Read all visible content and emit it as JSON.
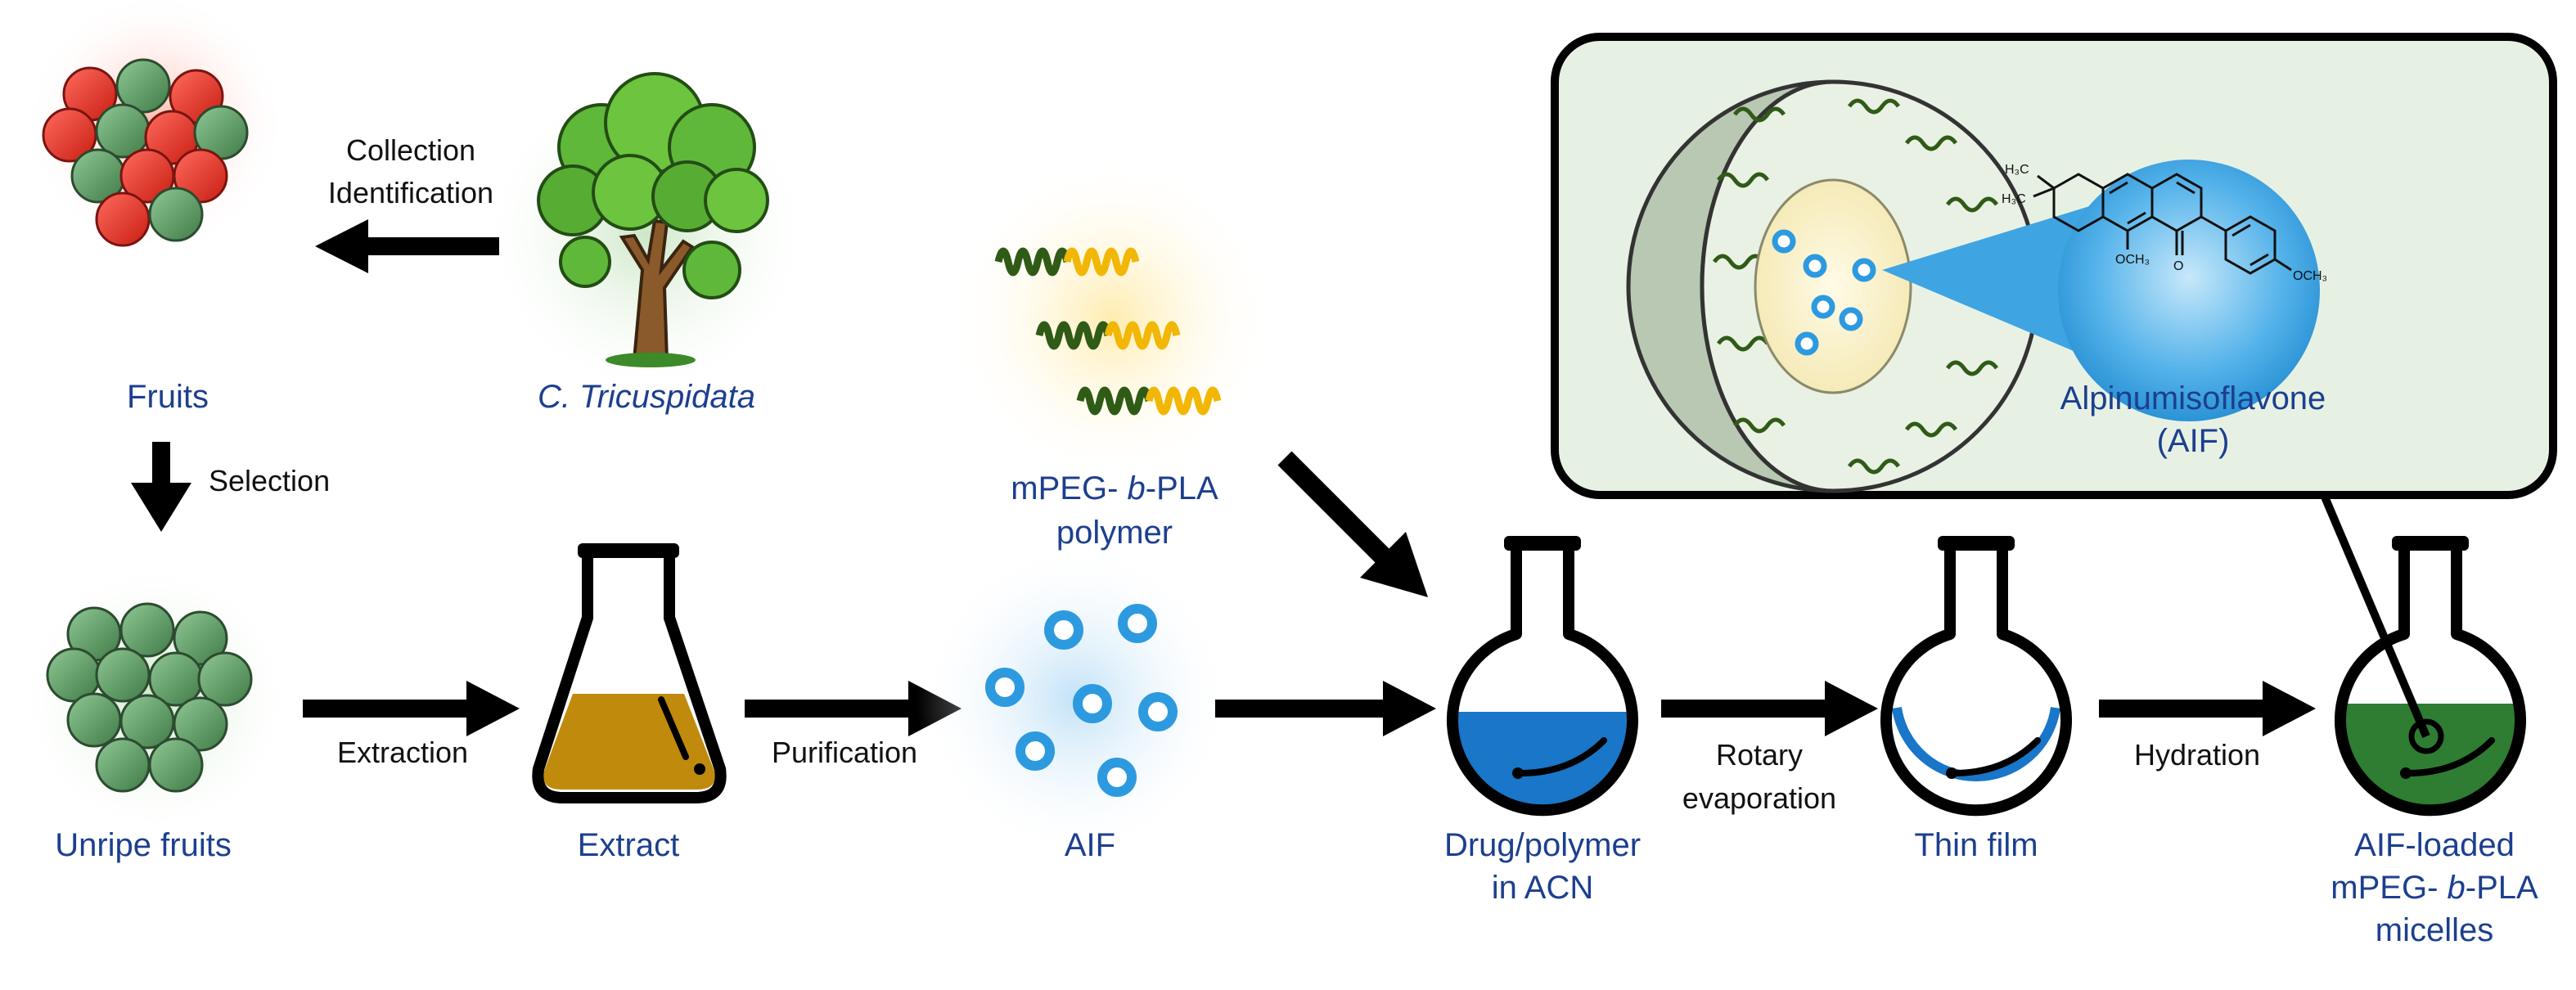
{
  "colors": {
    "label_blue": "#1c3f8f",
    "note_black": "#111111",
    "red_fruit": "#e53935",
    "green_fruit": "#5a9a63",
    "extract_brown": "#c08a0c",
    "solution_blue": "#1976c8",
    "micelle_green": "#2e7d32",
    "peg_green": "#2f5b17",
    "pla_yellow": "#f2b705",
    "inset_bg": "#e7f1e3",
    "drug_blue": "#2d9ae0"
  },
  "labels": {
    "fruits": "Fruits",
    "tree": "C. Tricuspidata",
    "unripe": "Unripe fruits",
    "extract": "Extract",
    "aif": "AIF",
    "polymer_line1": "mPEG-b-PLA",
    "polymer_line2": "polymer",
    "drug_line1": "Drug/polymer",
    "drug_line2": "in ACN",
    "film": "Thin film",
    "micelle_line1": "AIF-loaded",
    "micelle_line2": "mPEG-b-PLA",
    "micelle_line3": "micelles",
    "alp_line1": "Alpinumisoflavone",
    "alp_line2": "(AIF)"
  },
  "steps": {
    "collection": "Collection",
    "identification": "Identification",
    "selection": "Selection",
    "extraction": "Extraction",
    "purification": "Purification",
    "rotary1": "Rotary",
    "rotary2": "evaporation",
    "hydration": "Hydration"
  },
  "structure": {
    "h3c_a": "H₃C",
    "h3c_b": "H₃C",
    "och3_a": "OCH₃",
    "o_label": "O",
    "och3_b": "OCH₃"
  },
  "icons": [
    "tree-icon",
    "fruit-cluster-icon",
    "erlenmeyer-flask-icon",
    "round-flask-icon",
    "micelle-icon",
    "polymer-chain-icon",
    "aif-particle-icon",
    "molecule-structure-icon"
  ]
}
